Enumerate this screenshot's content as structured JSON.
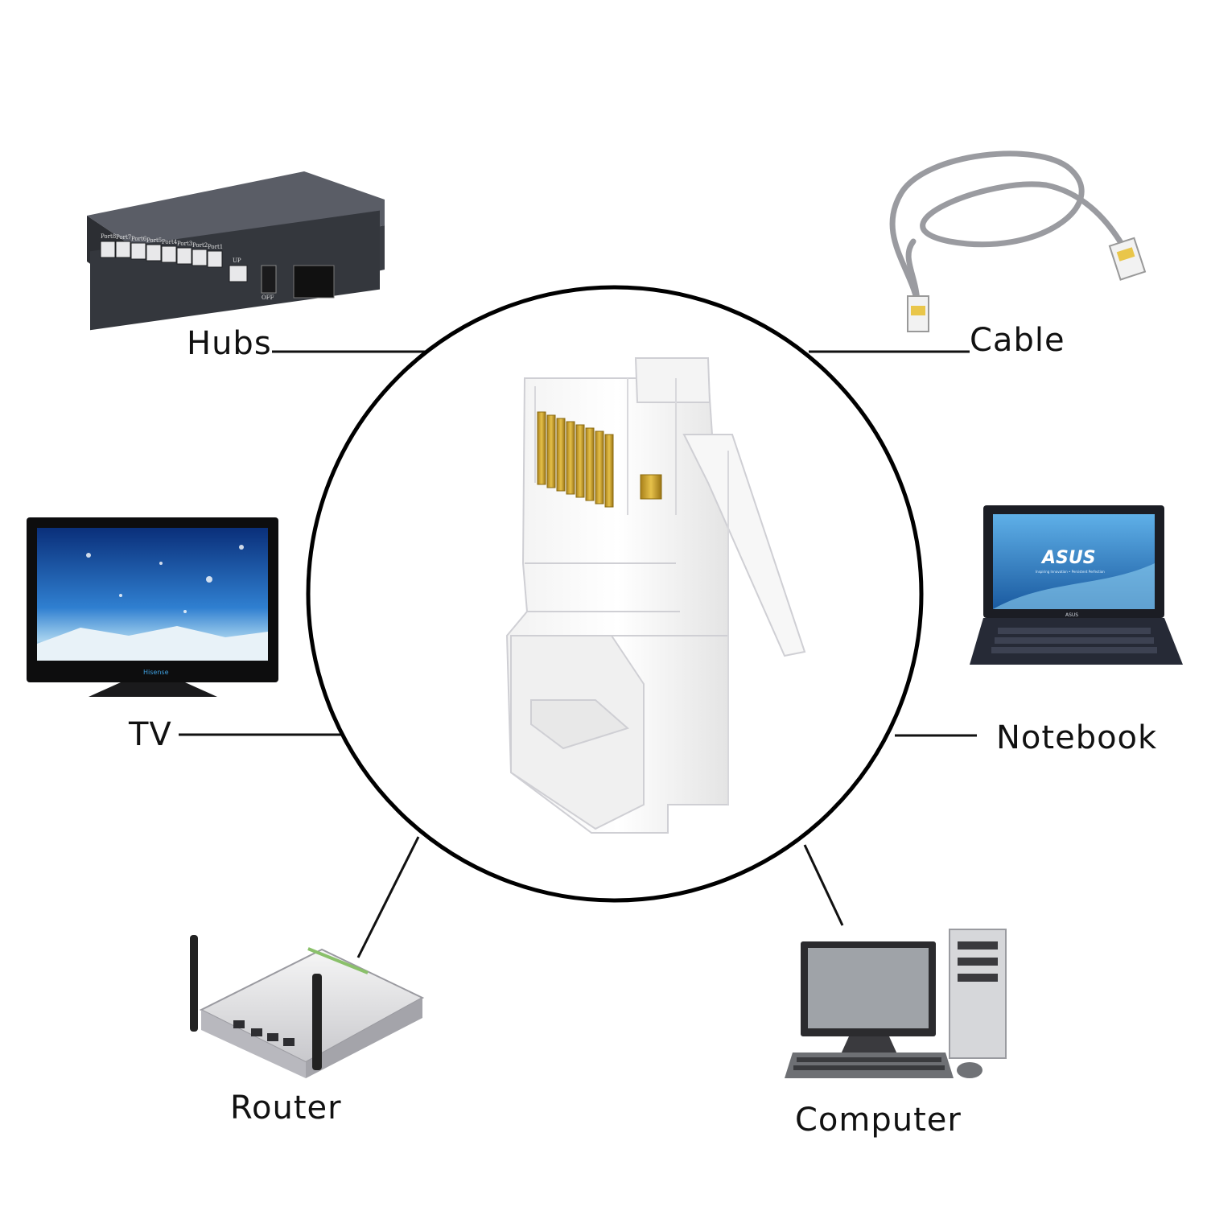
{
  "labels": {
    "hubs": "Hubs",
    "cable": "Cable",
    "tv": "TV",
    "notebook": "Notebook",
    "router": "Router",
    "computer": "Computer"
  },
  "hub_device": {
    "ports": [
      "Port8",
      "Port7",
      "Port6",
      "Port5",
      "Port4",
      "Port3",
      "Port2",
      "Port1"
    ],
    "uplink": "UP",
    "power_switch": "OFF"
  },
  "tv_device": {
    "brand": "Hisense"
  },
  "notebook_device": {
    "brand": "ASUS",
    "tagline": "Inspiring Innovation • Persistent Perfection"
  },
  "icons": [
    "rj45-connector",
    "hub-icon",
    "cable-icon",
    "tv-icon",
    "notebook-icon",
    "router-icon",
    "computer-icon"
  ],
  "colors": {
    "line": "#111111",
    "gold_pins": "#c9a227",
    "screen_blue": "#1f5fa8"
  }
}
